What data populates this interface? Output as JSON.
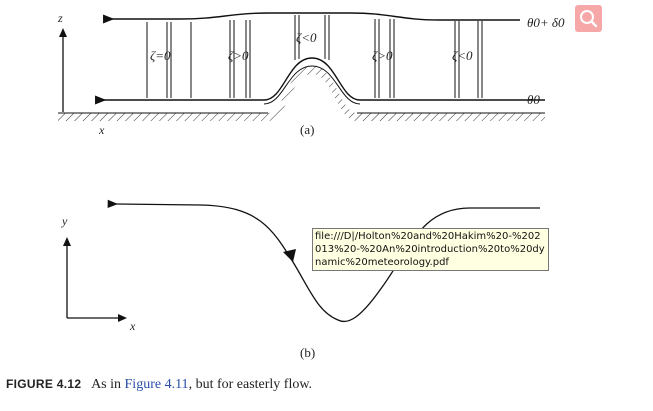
{
  "panel_a": {
    "axis_z": "z",
    "axis_x": "x",
    "label_top_line": "θ0+ δ0",
    "label_bottom_line": "θ0",
    "vorticity_labels": [
      "ζ=0",
      "ζ>0",
      "ζ<0",
      "ζ>0",
      "ζ<0"
    ],
    "panel_label": "(a)"
  },
  "panel_b": {
    "axis_y": "y",
    "axis_x": "x",
    "panel_label": "(b)"
  },
  "caption": {
    "figure_number": "FIGURE 4.12",
    "text_before": "As in",
    "link_text": "Figure 4.11",
    "text_after": ", but for easterly flow."
  },
  "tooltip": {
    "text": "file:///D|/Holton%20and%20Hakim%20-%202013%20-%20An%20introduction%20to%20dynamic%20meteorology.pdf"
  },
  "toolbar": {
    "search_icon": "search-icon",
    "search_color": "#f6a8a8"
  }
}
